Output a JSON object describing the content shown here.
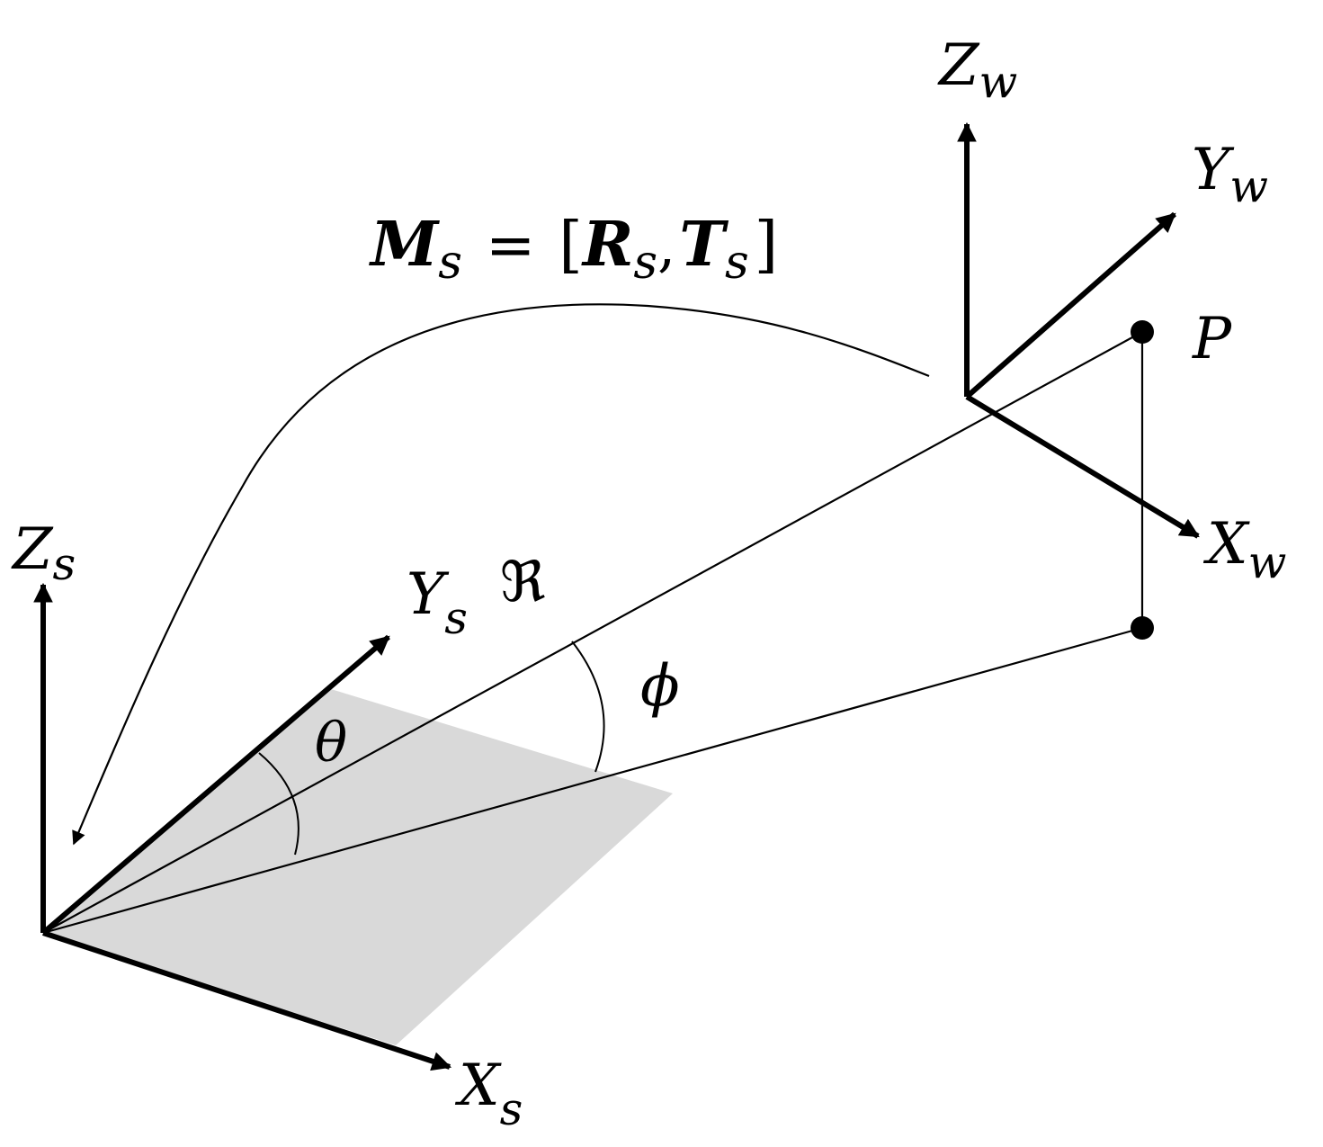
{
  "colors": {
    "ink": "#000000",
    "plane_fill": "#d9d9d9",
    "background": "#ffffff"
  },
  "sensor_frame": {
    "z_axis": {
      "main": "Z",
      "sub": "s"
    },
    "y_axis": {
      "main": "Y",
      "sub": "s"
    },
    "x_axis": {
      "main": "X",
      "sub": "s"
    }
  },
  "world_frame": {
    "z_axis": {
      "main": "Z",
      "sub": "w"
    },
    "y_axis": {
      "main": "Y",
      "sub": "w"
    },
    "x_axis": {
      "main": "X",
      "sub": "w"
    }
  },
  "point_label": "P",
  "range_symbol": "ℜ",
  "angle_theta": "θ",
  "angle_phi": "ϕ",
  "transform": {
    "M": "M",
    "M_sub": "s",
    "equals": "=",
    "open_bracket": "[",
    "R": "R",
    "R_sub": "s",
    "comma": ",",
    "T": "T",
    "T_sub": "s",
    "close_bracket": "]"
  }
}
